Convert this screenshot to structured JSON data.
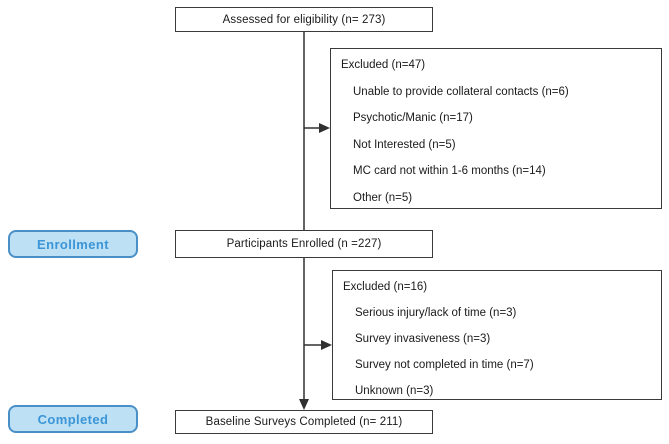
{
  "flow": {
    "assessed_box": "Assessed for eligibility (n= 273)",
    "excluded1": {
      "header": "Excluded (n=47)",
      "items": [
        "Unable to provide collateral contacts (n=6)",
        "Psychotic/Manic (n=17)",
        "Not Interested (n=5)",
        "MC card not within 1-6 months (n=14)",
        "Other (n=5)"
      ]
    },
    "enrollment_label": "Enrollment",
    "enrolled_box": "Participants Enrolled (n =227)",
    "excluded2": {
      "header": "Excluded (n=16)",
      "items": [
        "Serious injury/lack of time (n=3)",
        "Survey invasiveness (n=3)",
        "Survey not completed in time (n=7)",
        "Unknown (n=3)"
      ]
    },
    "completed_label": "Completed",
    "baseline_box": "Baseline Surveys Completed (n= 211)"
  },
  "colors": {
    "stage_fill": "#bde0f5",
    "stage_border": "#4a90c8",
    "stage_text": "#3b95d6",
    "box_border": "#3a3a3a",
    "line": "#303030"
  }
}
